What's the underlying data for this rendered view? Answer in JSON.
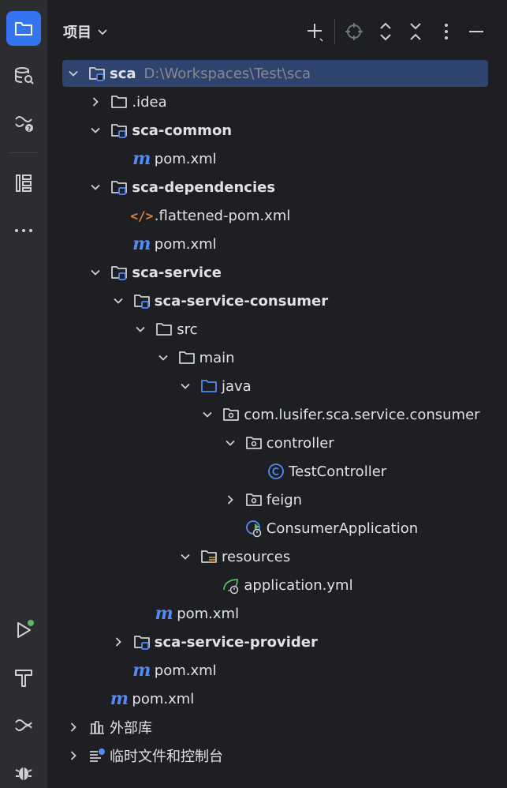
{
  "panel": {
    "title": "项目"
  },
  "tree": [
    {
      "label": "sca",
      "path": "D:\\Workspaces\\Test\\sca",
      "bold": true,
      "depth": 0,
      "expanded": true,
      "icon": "module-folder-icon",
      "selected": true
    },
    {
      "label": ".idea",
      "depth": 1,
      "expanded": false,
      "icon": "folder-icon"
    },
    {
      "label": "sca-common",
      "bold": true,
      "depth": 1,
      "expanded": true,
      "icon": "module-folder-icon"
    },
    {
      "label": "pom.xml",
      "depth": 2,
      "icon": "maven-icon"
    },
    {
      "label": "sca-dependencies",
      "bold": true,
      "depth": 1,
      "expanded": true,
      "icon": "module-folder-icon"
    },
    {
      "label": ".flattened-pom.xml",
      "depth": 2,
      "icon": "xml-icon"
    },
    {
      "label": "pom.xml",
      "depth": 2,
      "icon": "maven-icon"
    },
    {
      "label": "sca-service",
      "bold": true,
      "depth": 1,
      "expanded": true,
      "icon": "module-folder-icon"
    },
    {
      "label": "sca-service-consumer",
      "bold": true,
      "depth": 2,
      "expanded": true,
      "icon": "module-folder-icon"
    },
    {
      "label": "src",
      "depth": 3,
      "expanded": true,
      "icon": "folder-icon"
    },
    {
      "label": "main",
      "depth": 4,
      "expanded": true,
      "icon": "folder-icon"
    },
    {
      "label": "java",
      "depth": 5,
      "expanded": true,
      "icon": "source-folder-icon"
    },
    {
      "label": "com.lusifer.sca.service.consumer",
      "depth": 6,
      "expanded": true,
      "icon": "package-icon"
    },
    {
      "label": "controller",
      "depth": 7,
      "expanded": true,
      "icon": "package-icon"
    },
    {
      "label": "TestController",
      "depth": 8,
      "icon": "class-icon"
    },
    {
      "label": "feign",
      "depth": 7,
      "expanded": false,
      "icon": "package-icon"
    },
    {
      "label": "ConsumerApplication",
      "depth": 7,
      "icon": "spring-app-icon",
      "nochev": true
    },
    {
      "label": "resources",
      "depth": 5,
      "expanded": true,
      "icon": "resources-folder-icon"
    },
    {
      "label": "application.yml",
      "depth": 6,
      "icon": "spring-config-icon"
    },
    {
      "label": "pom.xml",
      "depth": 3,
      "icon": "maven-icon"
    },
    {
      "label": "sca-service-provider",
      "bold": true,
      "depth": 2,
      "expanded": false,
      "icon": "module-folder-icon"
    },
    {
      "label": "pom.xml",
      "depth": 2,
      "icon": "maven-icon"
    },
    {
      "label": "pom.xml",
      "depth": 1,
      "icon": "maven-icon"
    },
    {
      "label": "外部库",
      "depth": 0,
      "expanded": false,
      "icon": "library-icon"
    },
    {
      "label": "临时文件和控制台",
      "depth": 0,
      "expanded": false,
      "icon": "scratches-icon"
    }
  ],
  "colors": {
    "accent": "#3574f0",
    "selection": "#2e436e",
    "folder": "#ced0d6",
    "java_folder": "#548af7",
    "maven": "#548af7",
    "xml": "#e0813b",
    "spring": "#5fb865",
    "run_dot": "#5fb865"
  }
}
